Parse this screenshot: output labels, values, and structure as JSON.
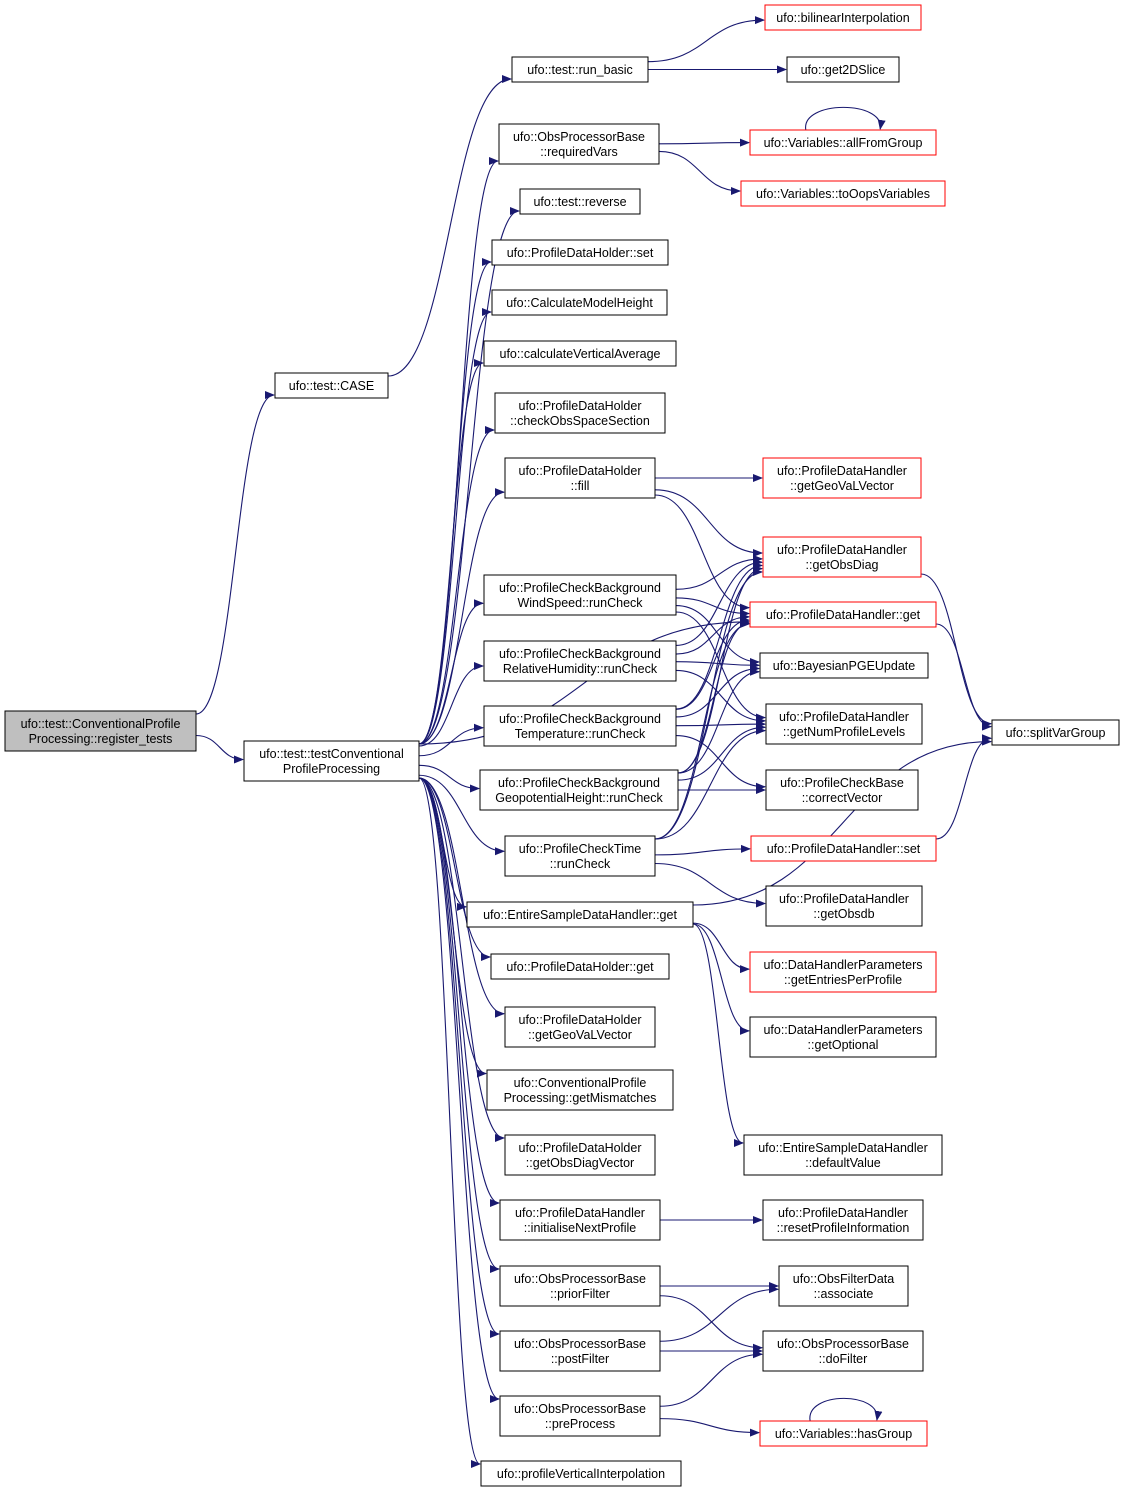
{
  "colors": {
    "edge": "#191970",
    "node_border": "#000000",
    "external_border": "#ff0000",
    "root_fill": "#bfbfbf",
    "node_fill": "#ffffff"
  },
  "nodes": {
    "root": {
      "lines": [
        "ufo::test::ConventionalProfile",
        "Processing::register_tests"
      ]
    },
    "case": {
      "lines": [
        "ufo::test::CASE"
      ]
    },
    "tcpp": {
      "lines": [
        "ufo::test::testConventional",
        "ProfileProcessing"
      ]
    },
    "run_basic": {
      "lines": [
        "ufo::test::run_basic"
      ]
    },
    "bilinear": {
      "lines": [
        "ufo::bilinearInterpolation"
      ],
      "external": true
    },
    "get2d": {
      "lines": [
        "ufo::get2DSlice"
      ]
    },
    "reqvars": {
      "lines": [
        "ufo::ObsProcessorBase",
        "::requiredVars"
      ]
    },
    "allfrom": {
      "lines": [
        "ufo::Variables::allFromGroup"
      ],
      "external": true
    },
    "tooops": {
      "lines": [
        "ufo::Variables::toOopsVariables"
      ],
      "external": true
    },
    "reverse": {
      "lines": [
        "ufo::test::reverse"
      ]
    },
    "pdh_set": {
      "lines": [
        "ufo::ProfileDataHolder::set"
      ]
    },
    "calcmh": {
      "lines": [
        "ufo::CalculateModelHeight"
      ]
    },
    "calcva": {
      "lines": [
        "ufo::calculateVerticalAverage"
      ]
    },
    "chkobs": {
      "lines": [
        "ufo::ProfileDataHolder",
        "::checkObsSpaceSection"
      ]
    },
    "fill": {
      "lines": [
        "ufo::ProfileDataHolder",
        "::fill"
      ]
    },
    "ggvv": {
      "lines": [
        "ufo::ProfileDataHandler",
        "::getGeoVaLVector"
      ],
      "external": true
    },
    "gobsdiag": {
      "lines": [
        "ufo::ProfileDataHandler",
        "::getObsDiag"
      ],
      "external": true
    },
    "pdhget": {
      "lines": [
        "ufo::ProfileDataHandler::get"
      ],
      "external": true
    },
    "ws": {
      "lines": [
        "ufo::ProfileCheckBackground",
        "WindSpeed::runCheck"
      ]
    },
    "rh": {
      "lines": [
        "ufo::ProfileCheckBackground",
        "RelativeHumidity::runCheck"
      ]
    },
    "bayes": {
      "lines": [
        "ufo::BayesianPGEUpdate"
      ]
    },
    "temp": {
      "lines": [
        "ufo::ProfileCheckBackground",
        "Temperature::runCheck"
      ]
    },
    "gnpl": {
      "lines": [
        "ufo::ProfileDataHandler",
        "::getNumProfileLevels"
      ]
    },
    "splitvg": {
      "lines": [
        "ufo::splitVarGroup"
      ]
    },
    "gph": {
      "lines": [
        "ufo::ProfileCheckBackground",
        "GeopotentialHeight::runCheck"
      ]
    },
    "corrvec": {
      "lines": [
        "ufo::ProfileCheckBase",
        "::correctVector"
      ]
    },
    "ptime": {
      "lines": [
        "ufo::ProfileCheckTime",
        "::runCheck"
      ]
    },
    "pdhset": {
      "lines": [
        "ufo::ProfileDataHandler::set"
      ],
      "external": true
    },
    "gobsdb": {
      "lines": [
        "ufo::ProfileDataHandler",
        "::getObsdb"
      ]
    },
    "esget": {
      "lines": [
        "ufo::EntireSampleDataHandler::get"
      ]
    },
    "gepp": {
      "lines": [
        "ufo::DataHandlerParameters",
        "::getEntriesPerProfile"
      ],
      "external": true
    },
    "pdholdget": {
      "lines": [
        "ufo::ProfileDataHolder::get"
      ]
    },
    "gopt": {
      "lines": [
        "ufo::DataHandlerParameters",
        "::getOptional"
      ]
    },
    "pdhggvv": {
      "lines": [
        "ufo::ProfileDataHolder",
        "::getGeoVaLVector"
      ]
    },
    "cpmis": {
      "lines": [
        "ufo::ConventionalProfile",
        "Processing::getMismatches"
      ]
    },
    "defval": {
      "lines": [
        "ufo::EntireSampleDataHandler",
        "::defaultValue"
      ]
    },
    "godv": {
      "lines": [
        "ufo::ProfileDataHolder",
        "::getObsDiagVector"
      ]
    },
    "initnp": {
      "lines": [
        "ufo::ProfileDataHandler",
        "::initialiseNextProfile"
      ]
    },
    "resetpi": {
      "lines": [
        "ufo::ProfileDataHandler",
        "::resetProfileInformation"
      ]
    },
    "prior": {
      "lines": [
        "ufo::ObsProcessorBase",
        "::priorFilter"
      ]
    },
    "assoc": {
      "lines": [
        "ufo::ObsFilterData",
        "::associate"
      ]
    },
    "post": {
      "lines": [
        "ufo::ObsProcessorBase",
        "::postFilter"
      ]
    },
    "dofilt": {
      "lines": [
        "ufo::ObsProcessorBase",
        "::doFilter"
      ]
    },
    "prep": {
      "lines": [
        "ufo::ObsProcessorBase",
        "::preProcess"
      ]
    },
    "hasgrp": {
      "lines": [
        "ufo::Variables::hasGroup"
      ],
      "external": true
    },
    "pvi": {
      "lines": [
        "ufo::profileVerticalInterpolation"
      ]
    }
  },
  "edges": [
    [
      "root",
      "case"
    ],
    [
      "root",
      "tcpp"
    ],
    [
      "case",
      "run_basic"
    ],
    [
      "run_basic",
      "bilinear"
    ],
    [
      "run_basic",
      "get2d"
    ],
    [
      "tcpp",
      "reqvars"
    ],
    [
      "reqvars",
      "allfrom"
    ],
    [
      "reqvars",
      "tooops"
    ],
    [
      "allfrom",
      "allfrom"
    ],
    [
      "tcpp",
      "reverse"
    ],
    [
      "tcpp",
      "pdh_set"
    ],
    [
      "tcpp",
      "calcmh"
    ],
    [
      "tcpp",
      "calcva"
    ],
    [
      "tcpp",
      "chkobs"
    ],
    [
      "tcpp",
      "fill"
    ],
    [
      "fill",
      "ggvv"
    ],
    [
      "fill",
      "gobsdiag"
    ],
    [
      "fill",
      "pdhget"
    ],
    [
      "tcpp",
      "pdhget"
    ],
    [
      "tcpp",
      "ws"
    ],
    [
      "ws",
      "gobsdiag"
    ],
    [
      "ws",
      "pdhget"
    ],
    [
      "ws",
      "bayes"
    ],
    [
      "ws",
      "gnpl"
    ],
    [
      "tcpp",
      "rh"
    ],
    [
      "rh",
      "gobsdiag"
    ],
    [
      "rh",
      "pdhget"
    ],
    [
      "rh",
      "bayes"
    ],
    [
      "rh",
      "gnpl"
    ],
    [
      "tcpp",
      "temp"
    ],
    [
      "temp",
      "gobsdiag"
    ],
    [
      "temp",
      "pdhget"
    ],
    [
      "temp",
      "bayes"
    ],
    [
      "temp",
      "gnpl"
    ],
    [
      "temp",
      "corrvec"
    ],
    [
      "tcpp",
      "gph"
    ],
    [
      "gph",
      "gobsdiag"
    ],
    [
      "gph",
      "pdhget"
    ],
    [
      "gph",
      "bayes"
    ],
    [
      "gph",
      "gnpl"
    ],
    [
      "gph",
      "corrvec"
    ],
    [
      "gobsdiag",
      "splitvg"
    ],
    [
      "pdhget",
      "splitvg"
    ],
    [
      "tcpp",
      "ptime"
    ],
    [
      "ptime",
      "gobsdiag"
    ],
    [
      "ptime",
      "pdhget"
    ],
    [
      "ptime",
      "gnpl"
    ],
    [
      "ptime",
      "pdhset"
    ],
    [
      "ptime",
      "gobsdb"
    ],
    [
      "pdhset",
      "splitvg"
    ],
    [
      "tcpp",
      "esget"
    ],
    [
      "esget",
      "gepp"
    ],
    [
      "esget",
      "gopt"
    ],
    [
      "esget",
      "splitvg"
    ],
    [
      "esget",
      "defval"
    ],
    [
      "tcpp",
      "pdholdget"
    ],
    [
      "tcpp",
      "pdhggvv"
    ],
    [
      "tcpp",
      "cpmis"
    ],
    [
      "tcpp",
      "godv"
    ],
    [
      "tcpp",
      "initnp"
    ],
    [
      "initnp",
      "resetpi"
    ],
    [
      "tcpp",
      "prior"
    ],
    [
      "prior",
      "assoc"
    ],
    [
      "prior",
      "dofilt"
    ],
    [
      "tcpp",
      "post"
    ],
    [
      "post",
      "assoc"
    ],
    [
      "post",
      "dofilt"
    ],
    [
      "tcpp",
      "prep"
    ],
    [
      "prep",
      "dofilt"
    ],
    [
      "prep",
      "hasgrp"
    ],
    [
      "hasgrp",
      "hasgrp"
    ],
    [
      "tcpp",
      "pvi"
    ]
  ]
}
